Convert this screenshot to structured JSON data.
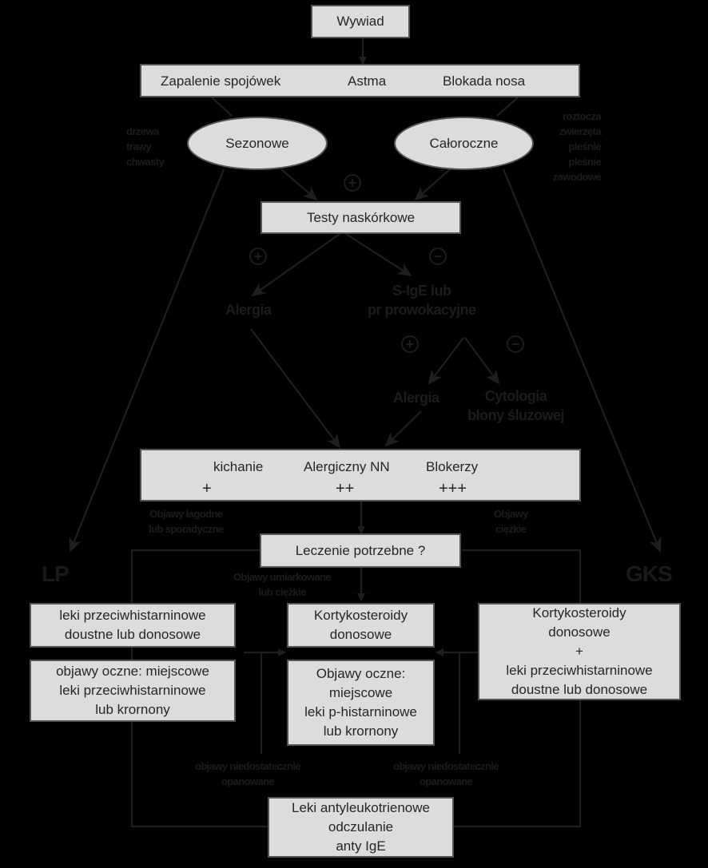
{
  "wywiad": "Wywiad",
  "symptoms": {
    "a": "Zapalenie spojówek",
    "b": "Astma",
    "c": "Blokada nosa"
  },
  "sezonowe": "Sezonowe",
  "caloroczne": "Całoroczne",
  "left_note": [
    "drzewa",
    "trawy",
    "chwasty"
  ],
  "right_note": [
    "roztocza",
    "zwierzęta",
    "pleśnie",
    "pleśnie",
    "zawodowe"
  ],
  "testy": "Testy naskórkowe",
  "plus_symbol": "+",
  "minus_symbol": "−",
  "alergia_1": "Alergia",
  "sige": [
    "S-IgE lub",
    "pr prowokacyjne"
  ],
  "alergia_2": "Alergia",
  "cytologia": [
    "Cytologia",
    "błony śluzowej"
  ],
  "severity": {
    "c1": "kichanie",
    "c2": "Alergiczny NN",
    "c3": "Blokerzy",
    "s1": "+",
    "s2": "++",
    "s3": "+++"
  },
  "objawy_lagodne": [
    "Objawy łagodne",
    "lub sporadyczne"
  ],
  "objawy_ciezkie": [
    "Objawy",
    "ciężkie"
  ],
  "leczenie": "Leczenie potrzebne ?",
  "lp": "LP",
  "gks": "GKS",
  "objawy_umiarkowane": [
    "Objawy umiarkowane",
    "lub ciężkie"
  ],
  "leki_lp": [
    "leki przeciwhistarninowe",
    "doustne lub donosowe"
  ],
  "kortyko_mid": [
    "Kortykosteroidy",
    "donosowe"
  ],
  "kortyko_right": [
    "Kortykosteroidy",
    "donosowe",
    "+",
    "leki przeciwhistarninowe",
    "doustne lub donosowe"
  ],
  "oczne_left": [
    "objawy oczne: miejscowe",
    "leki przeciwhistarninowe",
    "lub krornony"
  ],
  "oczne_mid": [
    "Objawy oczne:",
    "miejscowe",
    "leki p-histarninowe",
    "lub krornony"
  ],
  "niedostatecznie_left": [
    "objawy niedostatecznie",
    "opanowane"
  ],
  "niedostatecznie_right": [
    "objawy niedostatecznie",
    "opanowane"
  ],
  "leki_anty": [
    "Leki antyleukotrienowe",
    "odczulanie",
    "anty IgE"
  ]
}
